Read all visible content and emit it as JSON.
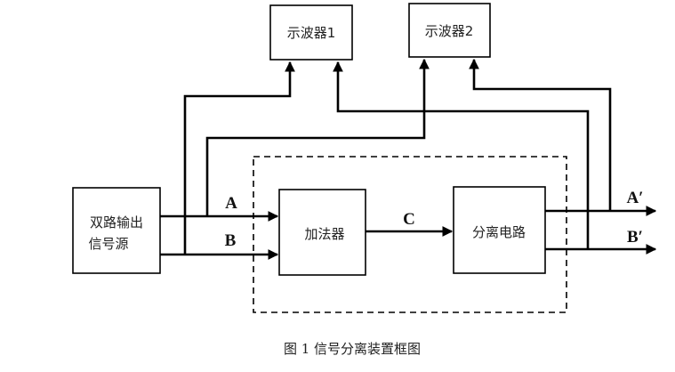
{
  "diagram": {
    "caption": "图 1  信号分离装置框图",
    "blocks": {
      "source_line1": "双路输出",
      "source_line2": "信号源",
      "scope1": "示波器1",
      "scope2": "示波器2",
      "adder": "加法器",
      "separator": "分离电路"
    },
    "signals": {
      "a": "A",
      "b": "B",
      "c": "C",
      "a_prime": "A′",
      "b_prime": "B′"
    },
    "colors": {
      "line": "#000000",
      "background": "#ffffff"
    }
  }
}
